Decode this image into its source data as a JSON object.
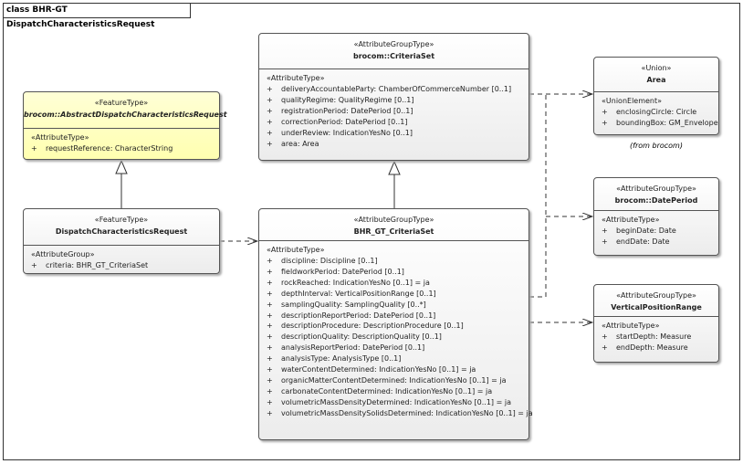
{
  "frame_title": "class BHR-GT DispatchCharacteristicsRequest",
  "classes": {
    "abstract_request": {
      "stereotype": "«FeatureType»",
      "name": "brocom::AbstractDispatchCharacteristicsRequest",
      "group": "«AttributeType»",
      "attributes": [
        "requestReference: CharacterString"
      ]
    },
    "dispatch_request": {
      "stereotype": "«FeatureType»",
      "name": "DispatchCharacteristicsRequest",
      "group": "«AttributeGroup»",
      "attributes": [
        "criteria: BHR_GT_CriteriaSet"
      ]
    },
    "criteria_set": {
      "stereotype": "«AttributeGroupType»",
      "name": "brocom::CriteriaSet",
      "group": "«AttributeType»",
      "attributes": [
        "deliveryAccountableParty: ChamberOfCommerceNumber [0..1]",
        "qualityRegime: QualityRegime [0..1]",
        "registrationPeriod: DatePeriod [0..1]",
        "correctionPeriod: DatePeriod [0..1]",
        "underReview: IndicationYesNo [0..1]",
        "area: Area"
      ]
    },
    "bhr_criteria_set": {
      "stereotype": "«AttributeGroupType»",
      "name": "BHR_GT_CriteriaSet",
      "group": "«AttributeType»",
      "attributes": [
        "discipline: Discipline [0..1]",
        "fieldworkPeriod: DatePeriod [0..1]",
        "rockReached: IndicationYesNo [0..1] = ja",
        "depthInterval: VerticalPositionRange [0..1]",
        "samplingQuality: SamplingQuality [0..*]",
        "descriptionReportPeriod: DatePeriod [0..1]",
        "descriptionProcedure: DescriptionProcedure [0..1]",
        "descriptionQuality: DescriptionQuality [0..1]",
        "analysisReportPeriod: DatePeriod [0..1]",
        "analysisType: AnalysisType [0..1]",
        "waterContentDetermined: IndicationYesNo [0..1] = ja",
        "organicMatterContentDetermined: IndicationYesNo [0..1] = ja",
        "carbonateContentDetermined: IndicationYesNo [0..1] = ja",
        "volumetricMassDensityDetermined: IndicationYesNo [0..1] = ja",
        "volumetricMassDensitySolidsDetermined: IndicationYesNo [0..1] = ja"
      ]
    },
    "area": {
      "stereotype": "«Union»",
      "name": "Area",
      "group": "«UnionElement»",
      "attributes": [
        "enclosingCircle: Circle",
        "boundingBox: GM_Envelope"
      ],
      "from": "(from brocom)"
    },
    "date_period": {
      "stereotype": "«AttributeGroupType»",
      "name": "brocom::DatePeriod",
      "group": "«AttributeType»",
      "attributes": [
        "beginDate: Date",
        "endDate: Date"
      ]
    },
    "vertical_range": {
      "stereotype": "«AttributeGroupType»",
      "name": "VerticalPositionRange",
      "group": "«AttributeType»",
      "attributes": [
        "startDepth: Measure",
        "endDepth: Measure"
      ]
    }
  },
  "visibility_symbol": "+",
  "colors": {
    "feature_fill": "#ffffc0",
    "class_fill": "#f4f4f4",
    "line": "#333333"
  }
}
